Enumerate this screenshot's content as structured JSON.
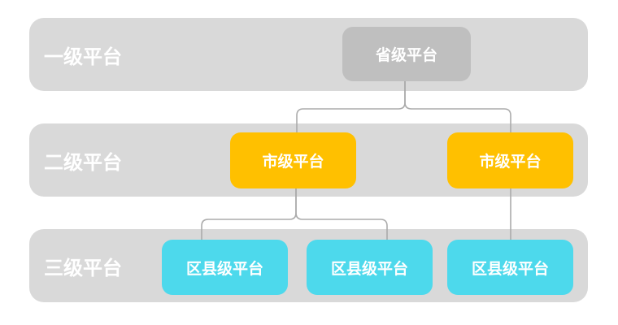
{
  "diagram": {
    "rows": [
      {
        "label": "一级平台"
      },
      {
        "label": "二级平台"
      },
      {
        "label": "三级平台"
      }
    ],
    "nodes": [
      {
        "id": "provincial-platform",
        "label": "省级平台",
        "level": 1
      },
      {
        "id": "city-platform-1",
        "label": "市级平台",
        "level": 2
      },
      {
        "id": "city-platform-2",
        "label": "市级平台",
        "level": 2
      },
      {
        "id": "county-platform-1",
        "label": "区县级平台",
        "level": 3
      },
      {
        "id": "county-platform-2",
        "label": "区县级平台",
        "level": 3
      },
      {
        "id": "county-platform-3",
        "label": "区县级平台",
        "level": 3
      }
    ],
    "edges": [
      {
        "from": "provincial-platform",
        "to": "city-platform-1"
      },
      {
        "from": "provincial-platform",
        "to": "city-platform-2"
      },
      {
        "from": "city-platform-1",
        "to": "county-platform-1"
      },
      {
        "from": "city-platform-1",
        "to": "county-platform-2"
      },
      {
        "from": "city-platform-2",
        "to": "county-platform-3"
      }
    ],
    "colors": {
      "background": "#ffffff",
      "row_band": "#d9d9d9",
      "level1_node": "#bfbfbf",
      "level2_node": "#ffc000",
      "level3_node": "#4dd9ec",
      "connector": "#ababab",
      "text": "#ffffff"
    }
  }
}
